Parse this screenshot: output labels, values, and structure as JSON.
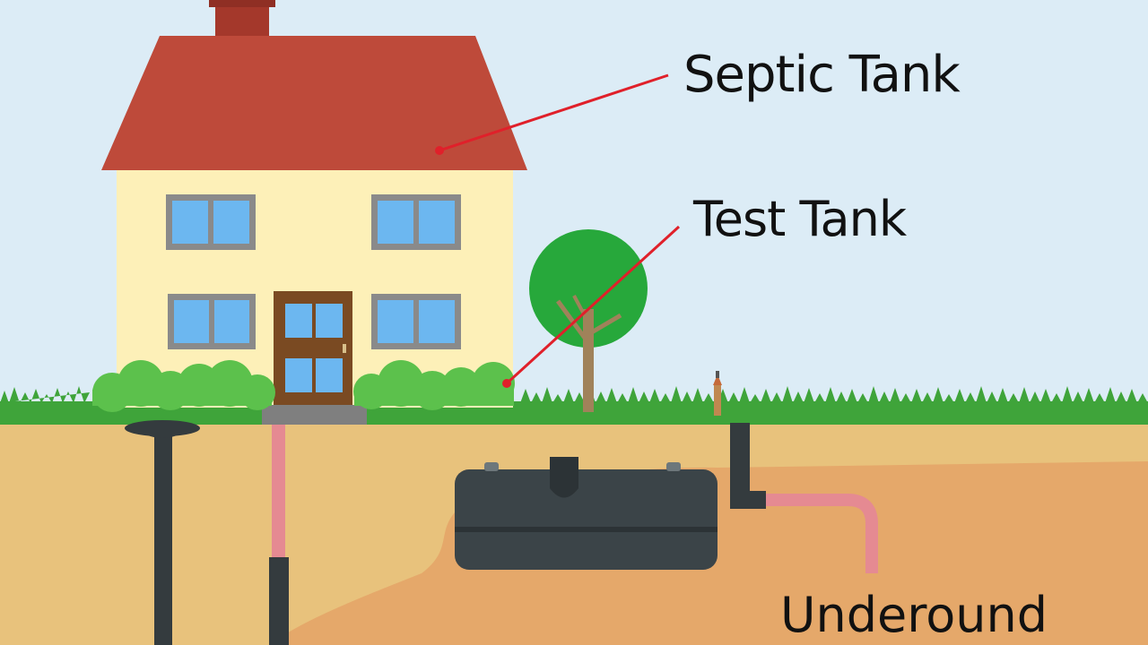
{
  "labels": {
    "septic_tank": "Septic Tank",
    "test_tank": "Test Tank",
    "underground": "Underound"
  },
  "colors": {
    "sky": "#dcecf6",
    "roof": "#be4a3a",
    "chimney": "#a4382b",
    "wall": "#fdf0b8",
    "window_glass": "#6cb7f0",
    "window_frame": "#8a8a8a",
    "door": "#7a4a22",
    "grass": "#3fa43a",
    "bush": "#5cc14c",
    "tree_canopy": "#27a83b",
    "tree_trunk": "#a0825a",
    "soil_light": "#e8c27c",
    "soil_dark": "#e5a86a",
    "tank": "#3b4448",
    "pipe_dark": "#343b3e",
    "pipe_pink": "#e58a92",
    "pointer_line": "#e0202a"
  },
  "icons": [
    "house-icon",
    "tree-icon",
    "septic-tank-icon",
    "vent-pipe-icon",
    "marker-post-icon"
  ]
}
